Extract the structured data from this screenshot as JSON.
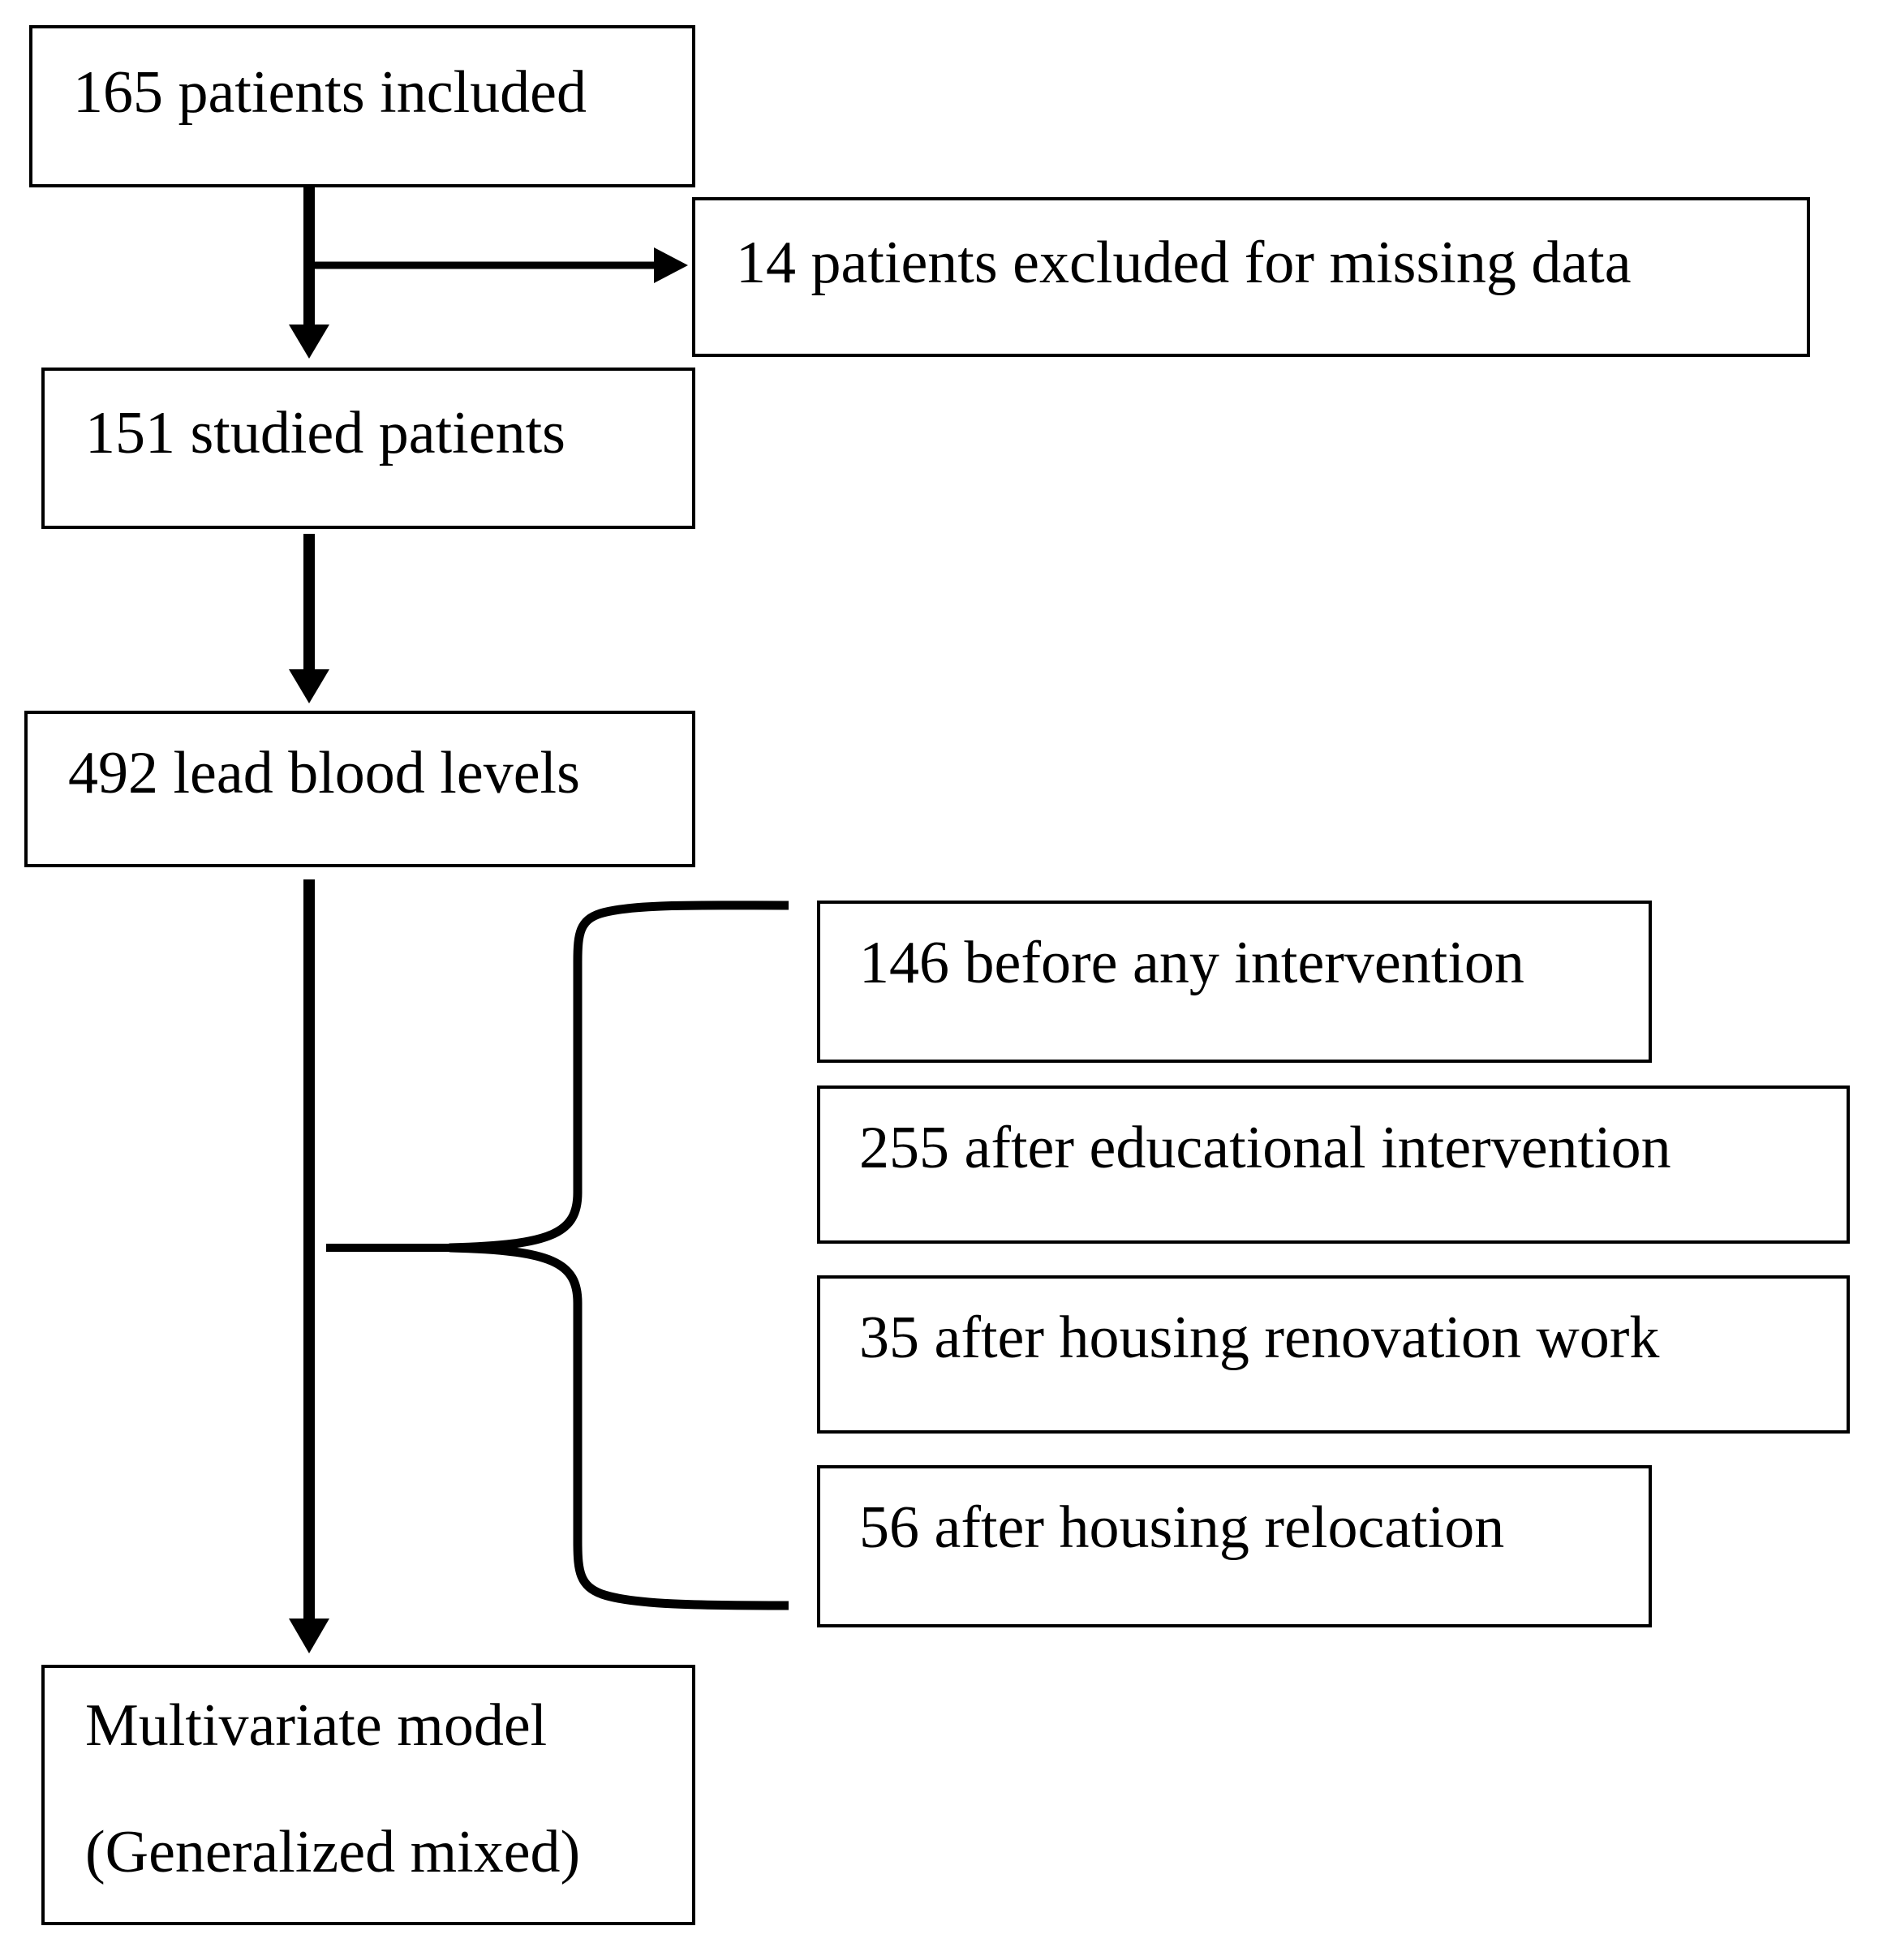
{
  "diagram": {
    "nodes": {
      "included": "165 patients included",
      "excluded": "14 patients excluded for missing data",
      "studied": "151 studied patients",
      "levels": "492 lead blood levels",
      "before": "146 before any intervention",
      "educational": "255 after educational intervention",
      "renovation": "35 after housing renovation work",
      "relocation": "56 after housing relocation",
      "model_line1": "Multivariate model",
      "model_line2": "(Generalized mixed)"
    }
  }
}
